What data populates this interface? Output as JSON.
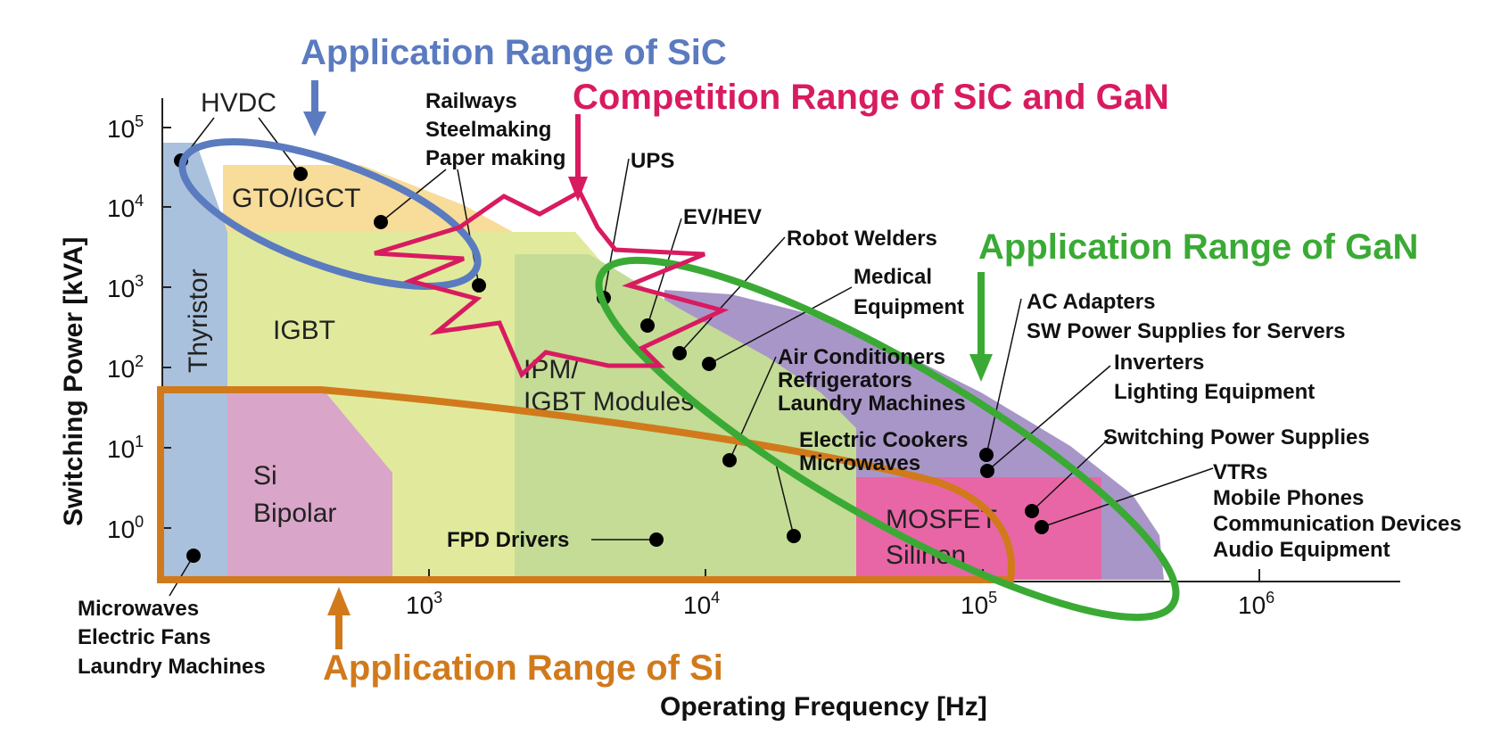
{
  "titles": {
    "sic_range": "Application Range of SiC",
    "competition_range": "Competition Range of SiC and GaN",
    "gan_range": "Application Range of GaN",
    "si_range": "Application Range of Si"
  },
  "colors": {
    "sic": "#5b7bc0",
    "competition": "#d81b60",
    "gan": "#3aaa35",
    "si": "#d17a1c",
    "thyristor": "#a9c1dc",
    "gto": "#f7dc9a",
    "igbt": "#e1ea9c",
    "si_bipolar": "#d9a5c8",
    "ipm": "#c4dc96",
    "purple": "#a996c8",
    "mosfet": "#e866a6"
  },
  "axes": {
    "x_label": "Operating Frequency [Hz]",
    "y_label": "Switching Power [kVA]",
    "x_ticks": [
      {
        "base": "10",
        "exp": "3"
      },
      {
        "base": "10",
        "exp": "4"
      },
      {
        "base": "10",
        "exp": "5"
      },
      {
        "base": "10",
        "exp": "6"
      }
    ],
    "y_ticks": [
      {
        "base": "10",
        "exp": "5"
      },
      {
        "base": "10",
        "exp": "4"
      },
      {
        "base": "10",
        "exp": "3"
      },
      {
        "base": "10",
        "exp": "2"
      },
      {
        "base": "10",
        "exp": "1"
      },
      {
        "base": "10",
        "exp": "0"
      }
    ]
  },
  "regions": {
    "thyristor": "Thyristor",
    "gto_igct": "GTO/IGCT",
    "igbt": "IGBT",
    "si_bipolar_line1": "Si",
    "si_bipolar_line2": "Bipolar",
    "ipm_line1": "IPM/",
    "ipm_line2": "IGBT Modules",
    "mosfet_line1": "MOSFET",
    "mosfet_line2": "Silinon"
  },
  "applications": {
    "hvdc": "HVDC",
    "railways": "Railways",
    "steelmaking": "Steelmaking",
    "paper_making": "Paper making",
    "ups": "UPS",
    "ev_hev": "EV/HEV",
    "robot_welders": "Robot Welders",
    "medical_1": "Medical",
    "medical_2": "Equipment",
    "air_conditioners": "Air Conditioners",
    "refrigerators": "Refrigerators",
    "laundry_machines_mid": "Laundry Machines",
    "electric_cookers": "Electric Cookers",
    "microwaves_mid": "Microwaves",
    "ac_adapters": "AC Adapters",
    "sw_power_supplies": "SW Power Supplies for Servers",
    "inverters": "Inverters",
    "lighting": "Lighting Equipment",
    "switching_power": "Switching Power Supplies",
    "vtrs": "VTRs",
    "mobile_phones": "Mobile Phones",
    "communication": "Communication Devices",
    "audio": "Audio Equipment",
    "fpd_drivers": "FPD Drivers",
    "microwaves_low": "Microwaves",
    "electric_fans": "Electric Fans",
    "laundry_machines_low": "Laundry Machines"
  }
}
